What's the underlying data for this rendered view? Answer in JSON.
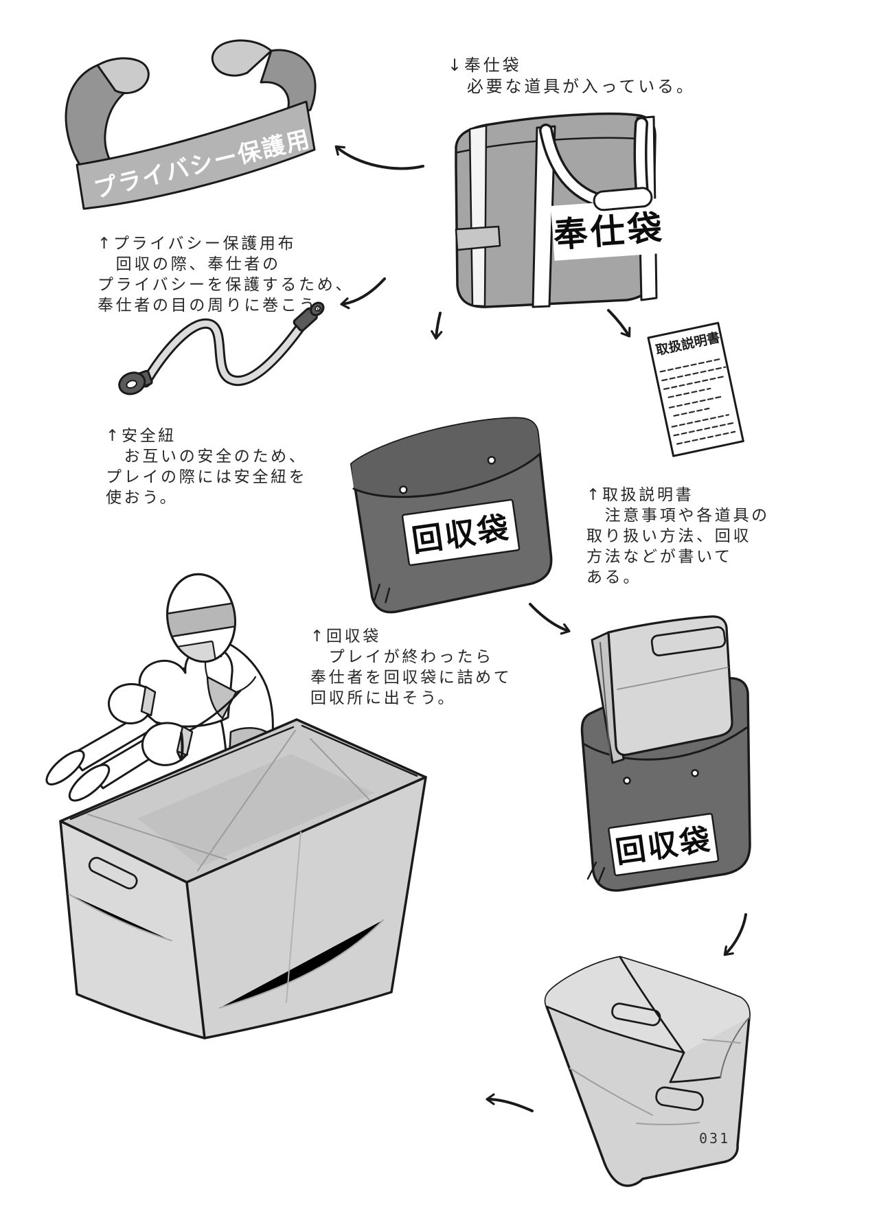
{
  "page": {
    "number": "031",
    "background": "#ffffff"
  },
  "labels": {
    "privacy_ribbon": "プライバシー保護用",
    "service_bag": "奉仕袋",
    "manual_title": "取扱説明書",
    "collection_bag": "回収袋",
    "collection_bag_stuffed": "回収袋"
  },
  "annotations": {
    "service_bag": {
      "lines": [
        "↓奉仕袋",
        "　必要な道具が入っている。"
      ]
    },
    "privacy_cloth": {
      "lines": [
        "↑プライバシー保護用布",
        "　回収の際、奉仕者の",
        "プライバシーを保護するため、",
        "奉仕者の目の周りに巻こう。"
      ]
    },
    "safety_cord": {
      "lines": [
        "↑安全紐",
        "　お互いの安全のため、",
        "プレイの際には安全紐を",
        "使おう。"
      ]
    },
    "manual": {
      "lines": [
        "↑取扱説明書",
        "　注意事項や各道具の",
        "取り扱い方法、回収",
        "方法などが書いて",
        "ある。"
      ]
    },
    "collection_bag": {
      "lines": [
        "↑回収袋",
        "　プレイが終わったら",
        "奉仕者を回収袋に詰めて",
        "回収所に出そう。"
      ]
    }
  },
  "colors": {
    "line": "#1a1a1a",
    "tote_gray": "#a5a5a5",
    "dark_bag_gray": "#6b6b6b",
    "ribbon_gray": "#b4b4b4",
    "panel_gray": "#d7d7d7",
    "basket_gray": "#dadada",
    "label_text": "#0c0c0c",
    "note_text": "#262626"
  }
}
